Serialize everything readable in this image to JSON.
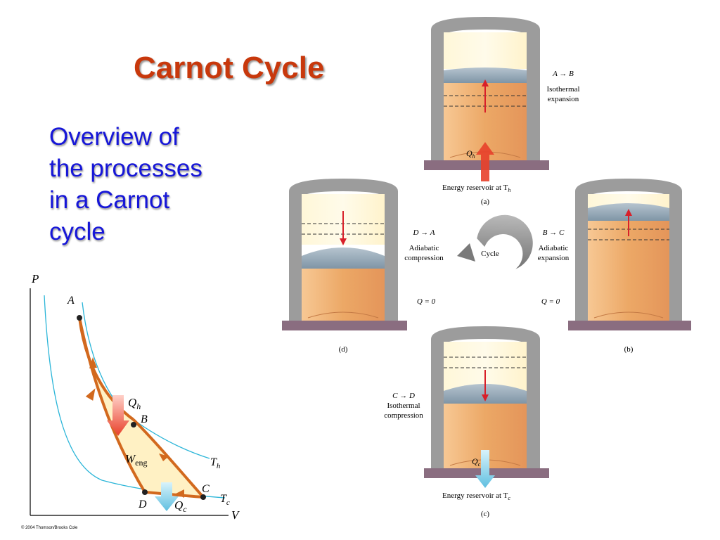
{
  "slide": {
    "title": "Carnot Cycle",
    "subtitle_lines": [
      "Overview of",
      "the processes",
      "in a Carnot",
      "cycle"
    ],
    "copyright": "© 2004 Thomson/Brooks Cole"
  },
  "pv_diagram": {
    "axis_p": "P",
    "axis_v": "V",
    "points": [
      "A",
      "B",
      "C",
      "D"
    ],
    "isotherm_hot": "T",
    "isotherm_hot_sub": "h",
    "isotherm_cold": "T",
    "isotherm_cold_sub": "c",
    "heat_in": "Q",
    "heat_in_sub": "h",
    "heat_out": "Q",
    "heat_out_sub": "c",
    "work": "W",
    "work_sub": "eng"
  },
  "stages": {
    "a": {
      "caption": "(a)",
      "process": "A → B",
      "label_line1": "Isothermal",
      "label_line2": "expansion",
      "heat": "Q",
      "heat_sub": "h",
      "reservoir": "Energy reservoir at T",
      "reservoir_sub": "h"
    },
    "b": {
      "caption": "(b)",
      "process": "B → C",
      "label_line1": "Adiabatic",
      "label_line2": "expansion",
      "q": "Q = 0"
    },
    "c": {
      "caption": "(c)",
      "process": "C → D",
      "label_line1": "Isothermal",
      "label_line2": "compression",
      "heat": "Q",
      "heat_sub": "c",
      "reservoir": "Energy reservoir at T",
      "reservoir_sub": "c"
    },
    "d": {
      "caption": "(d)",
      "process": "D → A",
      "label_line1": "Adiabatic",
      "label_line2": "compression",
      "q": "Q = 0"
    }
  },
  "cycle_label": "Cycle",
  "colors": {
    "title": "#c8380c",
    "subtitle": "#1616d8",
    "isotherm": "#2ab5d8",
    "cycle_path": "#d2691e",
    "cycle_fill": "#fff1c4",
    "gas": "#eca866",
    "piston": "#8ea2b0",
    "cylinder_wall": "#9c9c9c",
    "reservoir": "#8a6d80",
    "hot_arrow": "#e0302a",
    "cold_arrow": "#6ec7e4"
  }
}
